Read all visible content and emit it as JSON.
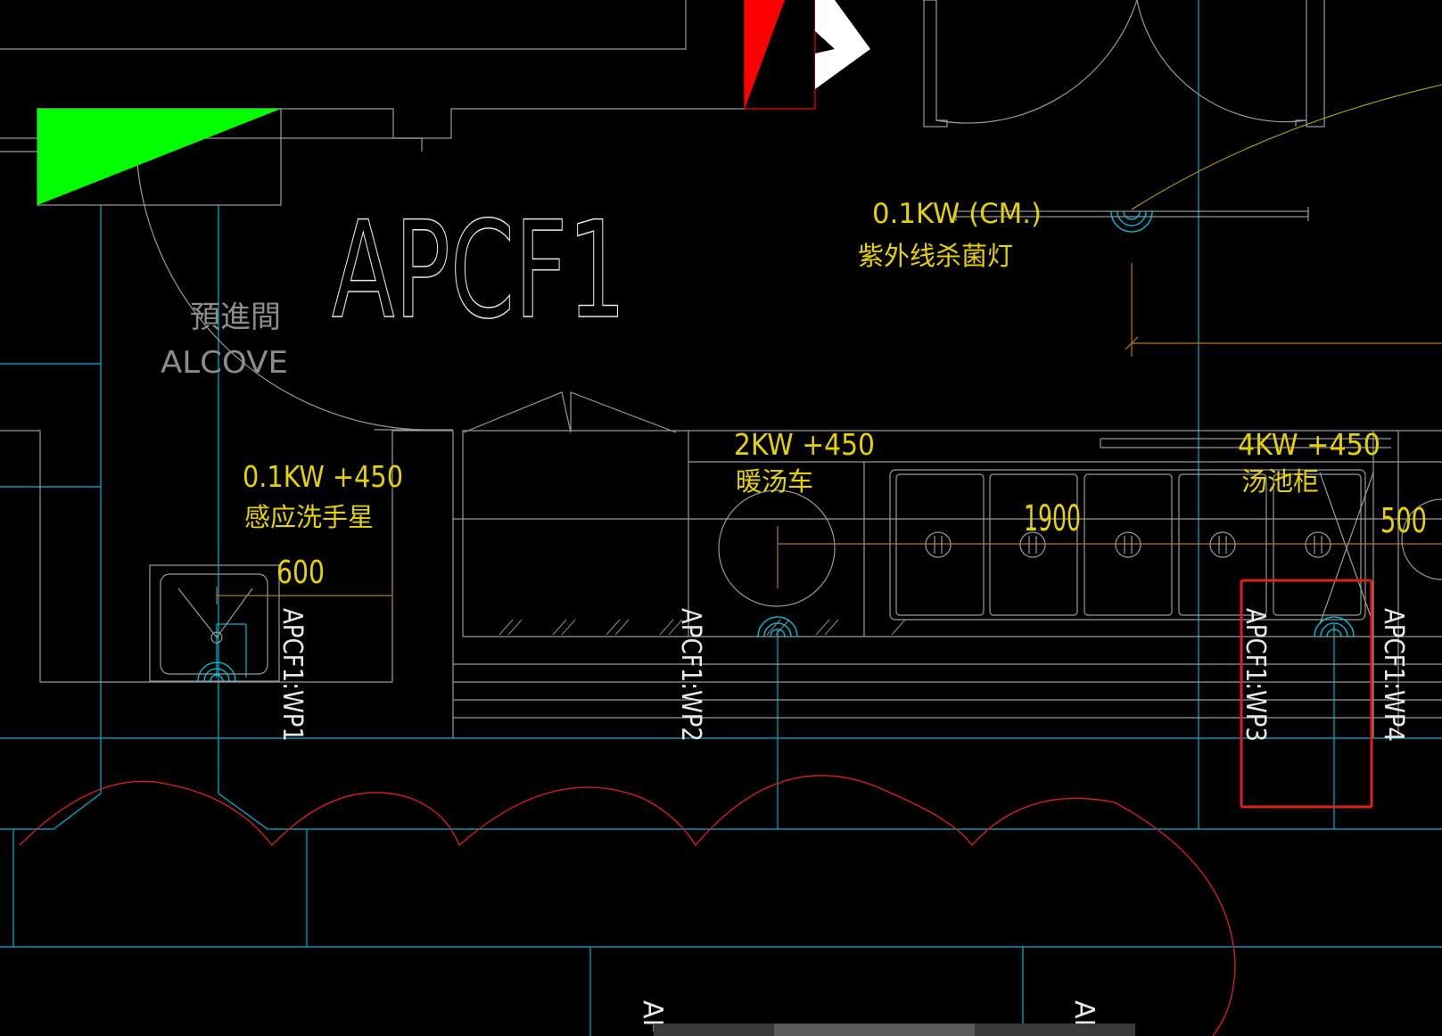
{
  "drawing": {
    "panel_title": "APCF1",
    "room": {
      "name_cn": "預進間",
      "name_en": "ALCOVE"
    },
    "uv_lamp": {
      "rating": "0.1KW (CM.)",
      "name": "紫外线杀菌灯"
    },
    "equipment": [
      {
        "rating": "0.1KW +450",
        "name": "感应洗手星",
        "dimension": "600",
        "circuit": "APCF1:WP1"
      },
      {
        "rating": "2KW +450",
        "name": "暖汤车",
        "circuit": "APCF1:WP2"
      },
      {
        "rating": "4KW +450",
        "name": "汤池柜",
        "dimension": "1900",
        "circuit": "APCF1:WP3"
      },
      {
        "dimension": "500",
        "circuit": "APCF1:WP4"
      }
    ],
    "bottom_labels": [
      "AF",
      "AF"
    ]
  },
  "colors": {
    "background": "#000000",
    "wall_lines": "#9a9a9a",
    "grid_lines": "#00b4dc",
    "annotation_text": "#e6d200",
    "highlight_box": "#e0201e",
    "hatch_green": "#00ff00",
    "hatch_red": "#ff0000",
    "arc_red": "#e0201e",
    "receptacle_icon": "#00c8e6"
  },
  "icons": [
    "receptacle-icon",
    "north-arrow-icon"
  ]
}
